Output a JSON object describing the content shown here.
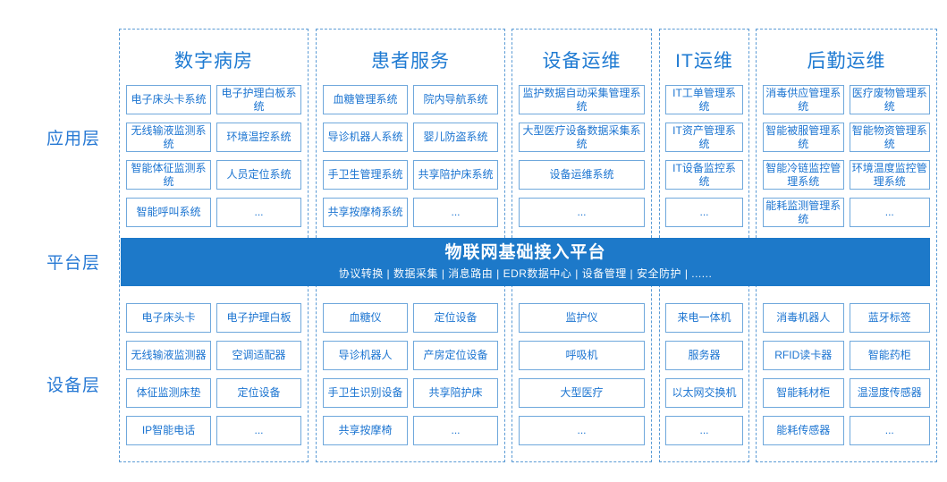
{
  "layer_labels": [
    "应用层",
    "平台层",
    "设备层"
  ],
  "platform_band": {
    "title": "物联网基础接入平台",
    "subtitle": "协议转换 | 数据采集 | 消息路由 | EDR数据中心 | 设备管理 | 安全防护 | ......"
  },
  "columns": [
    {
      "title": "数字病房",
      "apps": [
        "电子床头卡系统",
        "电子护理白板系统",
        "无线输液监测系统",
        "环境温控系统",
        "智能体征监测系统",
        "人员定位系统",
        "智能呼叫系统",
        "..."
      ],
      "devices": [
        "电子床头卡",
        "电子护理白板",
        "无线输液监测器",
        "空调适配器",
        "体征监测床垫",
        "定位设备",
        "IP智能电话",
        "..."
      ]
    },
    {
      "title": "患者服务",
      "apps": [
        "血糖管理系统",
        "院内导航系统",
        "导诊机器人系统",
        "婴儿防盗系统",
        "手卫生管理系统",
        "共享陪护床系统",
        "共享按摩椅系统",
        "..."
      ],
      "devices": [
        "血糖仪",
        "定位设备",
        "导诊机器人",
        "产房定位设备",
        "手卫生识别设备",
        "共享陪护床",
        "共享按摩椅",
        "..."
      ]
    },
    {
      "title": "设备运维",
      "apps": [
        "监护数据自动采集管理系统",
        "大型医疗设备数据采集系统",
        "设备运维系统",
        "..."
      ],
      "devices": [
        "监护仪",
        "呼吸机",
        "大型医疗",
        "..."
      ]
    },
    {
      "title": "IT运维",
      "apps": [
        "IT工单管理系统",
        "IT资产管理系统",
        "IT设备监控系统",
        "..."
      ],
      "devices": [
        "来电一体机",
        "服务器",
        "以太网交换机",
        "..."
      ]
    },
    {
      "title": "后勤运维",
      "apps": [
        "消毒供应管理系统",
        "医疗废物管理系统",
        "智能被服管理系统",
        "智能物资管理系统",
        "智能冷链监控管理系统",
        "环境温度监控管理系统",
        "能耗监测管理系统",
        "..."
      ],
      "devices": [
        "消毒机器人",
        "蓝牙标签",
        "RFID读卡器",
        "智能药柜",
        "智能耗材柜",
        "温湿度传感器",
        "能耗传感器",
        "..."
      ]
    }
  ],
  "colors": {
    "band_blue": "#1D79C9",
    "box_border_blue": "#6FA8DC",
    "text_blue": "#1B74D1",
    "dashed_border_blue": "#5B9BD5",
    "label_blue": "#2779D4"
  }
}
